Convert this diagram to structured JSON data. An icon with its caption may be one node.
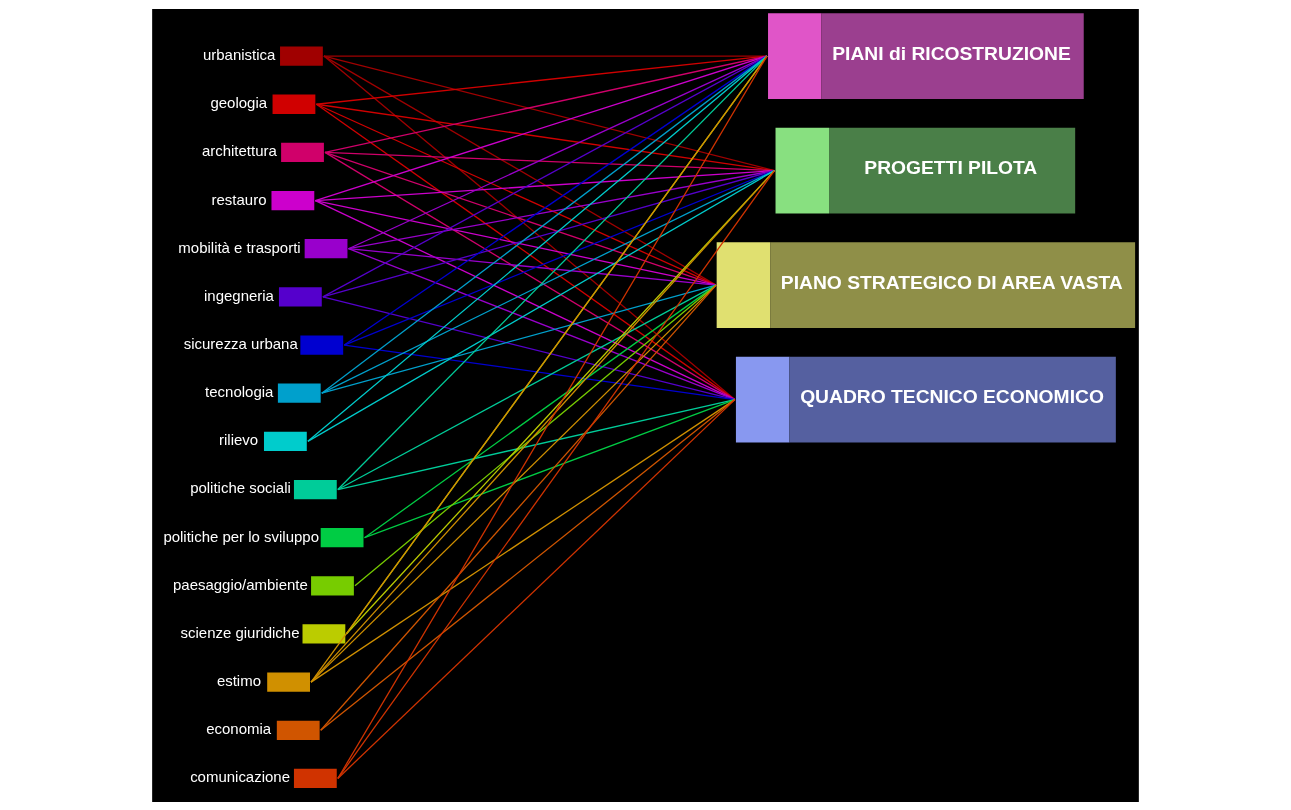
{
  "diagram": {
    "nodes": [
      {
        "text": [],
        "shape": "box",
        "beside": [
          "urbanistica"
        ]
      },
      {
        "text": [],
        "shape": "box",
        "beside": [
          "geologia"
        ]
      },
      {
        "text": [],
        "shape": "box",
        "beside": [
          "architettura"
        ]
      },
      {
        "text": [],
        "shape": "box",
        "beside": [
          "restauro"
        ]
      },
      {
        "text": [],
        "shape": "box",
        "beside": [
          "mobilità e trasporti"
        ]
      },
      {
        "text": [],
        "shape": "box",
        "beside": [
          "ingegneria"
        ]
      },
      {
        "text": [],
        "shape": "box",
        "beside": [
          "sicurezza urbana"
        ]
      },
      {
        "text": [],
        "shape": "box",
        "beside": [
          "tecnologia"
        ]
      },
      {
        "text": [],
        "shape": "box",
        "beside": [
          "rilievo"
        ]
      },
      {
        "text": [],
        "shape": "box",
        "beside": [
          "politiche sociali"
        ]
      },
      {
        "text": [],
        "shape": "box",
        "beside": [
          "politiche per lo sviluppo"
        ]
      },
      {
        "text": [],
        "shape": "box",
        "beside": [
          "paesaggio/ambiente"
        ]
      },
      {
        "text": [],
        "shape": "box",
        "beside": [
          "scienze giuridiche"
        ]
      },
      {
        "text": [],
        "shape": "box",
        "beside": [
          "estimo"
        ]
      },
      {
        "text": [],
        "shape": "box",
        "beside": [
          "economia"
        ]
      },
      {
        "text": [],
        "shape": "box",
        "beside": [
          "comunicazione"
        ]
      },
      {
        "text": [
          "PIANI di RICOSTRUZIONE"
        ]
      },
      {
        "text": [
          "PROGETTI PILOTA"
        ]
      },
      {
        "text": [
          "PIANO STRATEGICO DI AREA VASTA"
        ]
      },
      {
        "text": [
          "QUADRO TECNICO ECONOMICO"
        ]
      }
    ],
    "edges": [
      {
        "from": 0,
        "to": 16,
        "arrow": "none",
        "color": "#a00000"
      },
      {
        "from": 0,
        "to": 17,
        "arrow": "none",
        "color": "#a00000"
      },
      {
        "from": 0,
        "to": 18,
        "arrow": "none",
        "color": "#a00000"
      },
      {
        "from": 0,
        "to": 19,
        "arrow": "none",
        "color": "#a00000"
      },
      {
        "from": 1,
        "to": 16,
        "arrow": "none",
        "color": "#d00000"
      },
      {
        "from": 1,
        "to": 17,
        "arrow": "none",
        "color": "#d00000"
      },
      {
        "from": 1,
        "to": 18,
        "arrow": "none",
        "color": "#d00000"
      },
      {
        "from": 1,
        "to": 19,
        "arrow": "none",
        "color": "#d00000"
      },
      {
        "from": 2,
        "to": 16,
        "arrow": "none",
        "color": "#d0006a"
      },
      {
        "from": 2,
        "to": 17,
        "arrow": "none",
        "color": "#d0006a"
      },
      {
        "from": 2,
        "to": 18,
        "arrow": "none",
        "color": "#d0006a"
      },
      {
        "from": 2,
        "to": 19,
        "arrow": "none",
        "color": "#d0006a"
      },
      {
        "from": 3,
        "to": 16,
        "arrow": "none",
        "color": "#cc00cc"
      },
      {
        "from": 3,
        "to": 17,
        "arrow": "none",
        "color": "#cc00cc"
      },
      {
        "from": 3,
        "to": 18,
        "arrow": "none",
        "color": "#cc00cc"
      },
      {
        "from": 3,
        "to": 19,
        "arrow": "none",
        "color": "#cc00cc"
      },
      {
        "from": 4,
        "to": 16,
        "arrow": "none",
        "color": "#9900cc"
      },
      {
        "from": 4,
        "to": 17,
        "arrow": "none",
        "color": "#9900cc"
      },
      {
        "from": 4,
        "to": 18,
        "arrow": "none",
        "color": "#9900cc"
      },
      {
        "from": 4,
        "to": 19,
        "arrow": "none",
        "color": "#9900cc"
      },
      {
        "from": 5,
        "to": 16,
        "arrow": "none",
        "color": "#5500cc"
      },
      {
        "from": 5,
        "to": 17,
        "arrow": "none",
        "color": "#5500cc"
      },
      {
        "from": 5,
        "to": 19,
        "arrow": "none",
        "color": "#5500cc"
      },
      {
        "from": 6,
        "to": 16,
        "arrow": "none",
        "color": "#0000d0"
      },
      {
        "from": 6,
        "to": 17,
        "arrow": "none",
        "color": "#0000d0"
      },
      {
        "from": 6,
        "to": 19,
        "arrow": "none",
        "color": "#0000d0"
      },
      {
        "from": 7,
        "to": 16,
        "arrow": "none",
        "color": "#00a0cc"
      },
      {
        "from": 7,
        "to": 17,
        "arrow": "none",
        "color": "#00a0cc"
      },
      {
        "from": 7,
        "to": 18,
        "arrow": "none",
        "color": "#00a0cc"
      },
      {
        "from": 8,
        "to": 16,
        "arrow": "none",
        "color": "#00cccc"
      },
      {
        "from": 8,
        "to": 17,
        "arrow": "none",
        "color": "#00cccc"
      },
      {
        "from": 9,
        "to": 16,
        "arrow": "none",
        "color": "#00cc99"
      },
      {
        "from": 9,
        "to": 18,
        "arrow": "none",
        "color": "#00cc99"
      },
      {
        "from": 9,
        "to": 19,
        "arrow": "none",
        "color": "#00cc99"
      },
      {
        "from": 10,
        "to": 18,
        "arrow": "none",
        "color": "#00cc44"
      },
      {
        "from": 10,
        "to": 19,
        "arrow": "none",
        "color": "#00cc44"
      },
      {
        "from": 11,
        "to": 18,
        "arrow": "none",
        "color": "#77cc00"
      },
      {
        "from": 12,
        "to": 16,
        "arrow": "none",
        "color": "#bbcc00"
      },
      {
        "from": 12,
        "to": 17,
        "arrow": "none",
        "color": "#bbcc00"
      },
      {
        "from": 13,
        "to": 16,
        "arrow": "none",
        "color": "#d09000"
      },
      {
        "from": 13,
        "to": 17,
        "arrow": "none",
        "color": "#d09000"
      },
      {
        "from": 13,
        "to": 18,
        "arrow": "none",
        "color": "#d09000"
      },
      {
        "from": 13,
        "to": 19,
        "arrow": "none",
        "color": "#d09000"
      },
      {
        "from": 14,
        "to": 18,
        "arrow": "none",
        "color": "#d05500"
      },
      {
        "from": 14,
        "to": 19,
        "arrow": "none",
        "color": "#d05500"
      },
      {
        "from": 15,
        "to": 16,
        "arrow": "none",
        "color": "#d03300"
      },
      {
        "from": 15,
        "to": 17,
        "arrow": "none",
        "color": "#d03300"
      },
      {
        "from": 15,
        "to": 19,
        "arrow": "none",
        "color": "#d03300"
      }
    ]
  }
}
